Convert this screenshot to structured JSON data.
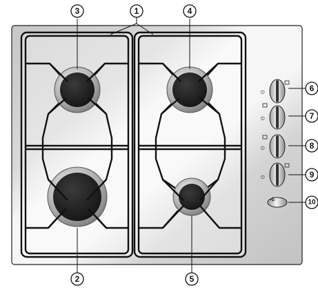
{
  "diagram": {
    "callouts": [
      {
        "id": "1",
        "label": "1"
      },
      {
        "id": "2",
        "label": "2"
      },
      {
        "id": "3",
        "label": "3"
      },
      {
        "id": "4",
        "label": "4"
      },
      {
        "id": "5",
        "label": "5"
      },
      {
        "id": "6",
        "label": "6"
      },
      {
        "id": "7",
        "label": "7"
      },
      {
        "id": "8",
        "label": "8"
      },
      {
        "id": "9",
        "label": "9"
      },
      {
        "id": "10",
        "label": "10"
      }
    ],
    "parts": {
      "grids": [
        "left-pan-support",
        "right-pan-support"
      ],
      "burners": [
        "top-left-burner",
        "bottom-left-burner",
        "top-right-burner",
        "bottom-right-burner"
      ],
      "knobs": [
        "knob-top-right-burner",
        "knob-top-left-burner",
        "knob-bottom-left-burner",
        "knob-bottom-right-burner"
      ],
      "ignition": "ignition-button"
    },
    "colors": {
      "outline": "#111111",
      "hob_shadow": "#c8c8c8",
      "hob_light": "#f4f4f4",
      "burner_cap": "#1e1e1e",
      "burner_ring": "#8f8f8f",
      "knob_body": "#d9d9d9"
    }
  }
}
